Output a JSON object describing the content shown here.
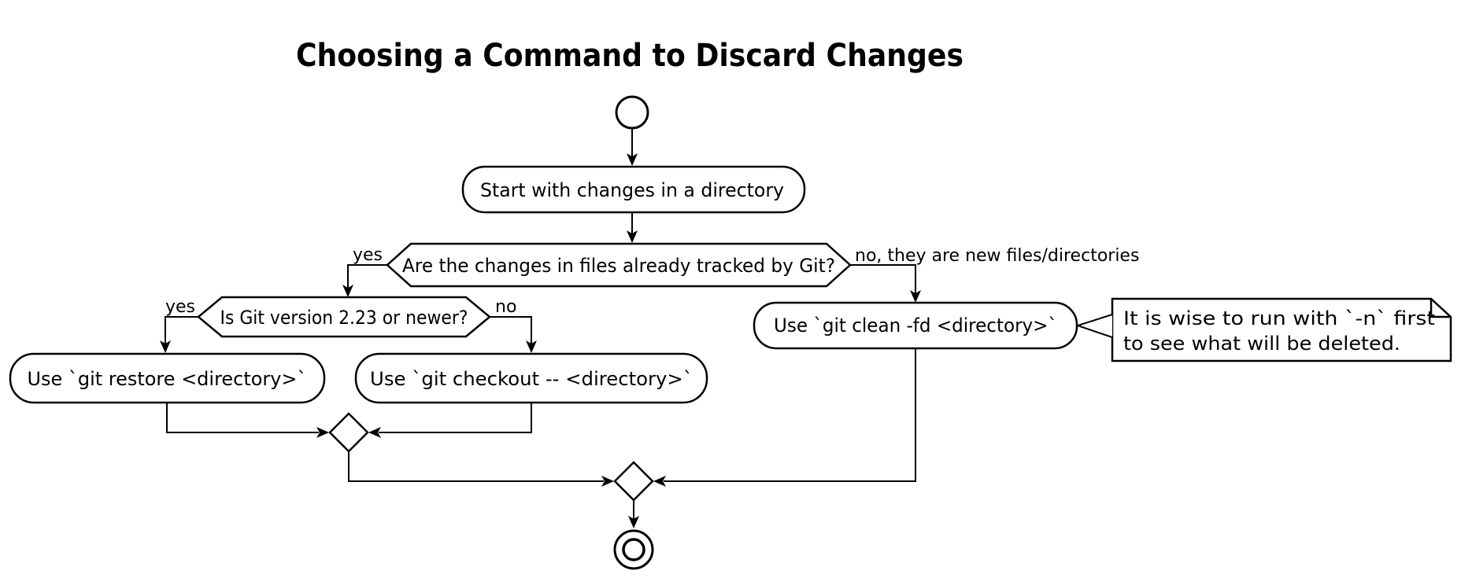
{
  "diagram": {
    "title": "Choosing a Command to Discard Changes",
    "nodes": {
      "start_action": "Start with changes in a directory",
      "decision_tracked": "Are the changes in files already tracked by Git?",
      "decision_version": "Is Git version 2.23 or newer?",
      "action_restore": "Use `git restore <directory>`",
      "action_checkout": "Use `git checkout -- <directory>`",
      "action_clean": "Use `git clean -fd <directory>`"
    },
    "edge_labels": {
      "tracked_yes": "yes",
      "tracked_no": "no, they are new files/directories",
      "version_yes": "yes",
      "version_no": "no"
    },
    "note": {
      "line1": "It is wise to run with `-n` first",
      "line2": "to see what will be deleted."
    },
    "colors": {
      "stroke": "#000000",
      "background": "#ffffff"
    }
  }
}
